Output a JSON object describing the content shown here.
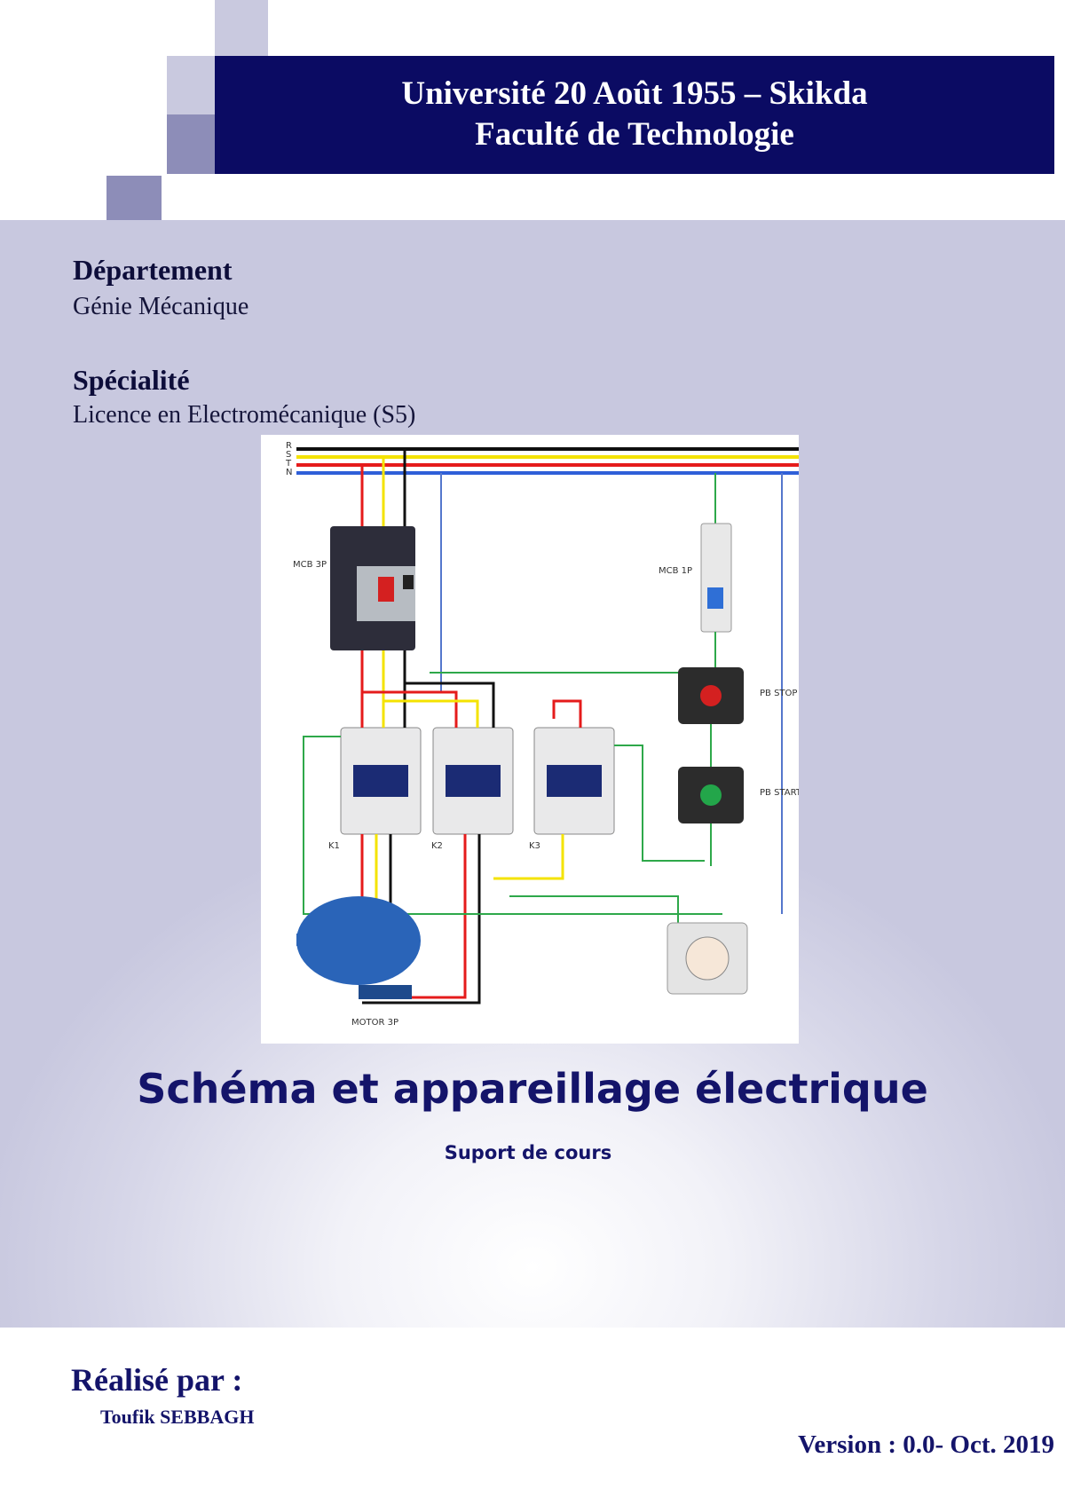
{
  "header": {
    "line1": "Université 20 Août 1955 – Skikda",
    "line2": "Faculté de Technologie"
  },
  "department": {
    "label": "Département",
    "value": "Génie Mécanique"
  },
  "specialty": {
    "label": "Spécialité",
    "value": "Licence en Electromécanique (S5)"
  },
  "figure": {
    "bus_labels": [
      "R",
      "S",
      "T",
      "N"
    ],
    "mcb3p": "MCB 3P",
    "mcb1p": "MCB 1P",
    "pb_stop": "PB STOP",
    "pb_start": "PB START",
    "k1": "K1",
    "k2": "K2",
    "k3": "K3",
    "motor": "MOTOR 3P"
  },
  "title": "Schéma et appareillage électrique",
  "subtitle": "Suport de cours",
  "author": {
    "label": "Réalisé par :",
    "name": "Toufik SEBBAGH"
  },
  "version": "Version : 0.0- Oct. 2019",
  "colors": {
    "navy": "#0b0b63",
    "square_light": "#c9c9df",
    "square_dark": "#8d8db8"
  }
}
